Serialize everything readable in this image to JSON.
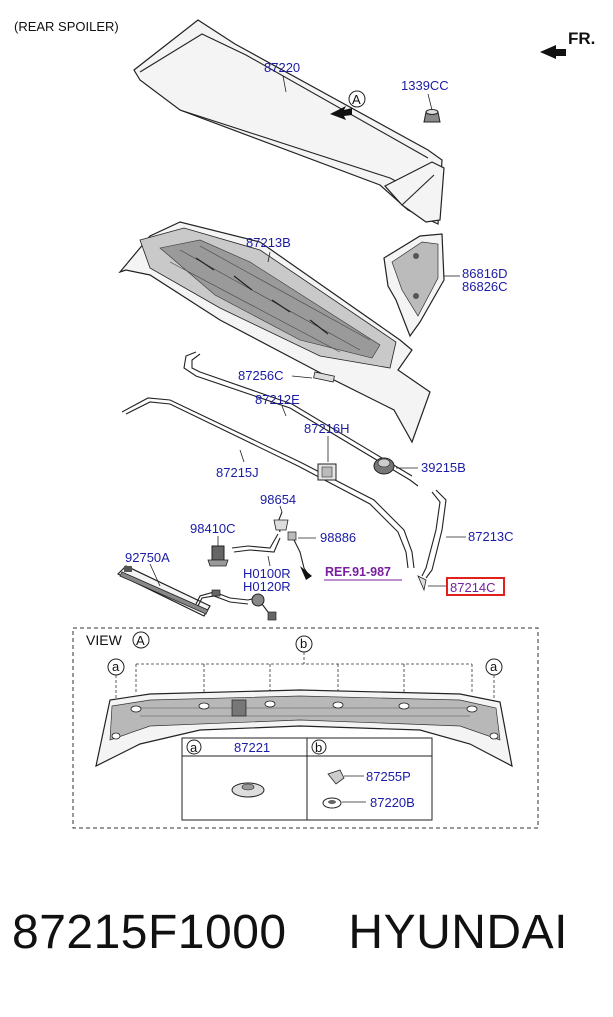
{
  "diagram": {
    "section_title": "(REAR SPOILER)",
    "direction_label": "FR.",
    "view_marker": "A",
    "parts": {
      "p87220": "87220",
      "p1339cc": "1339CC",
      "p87213b": "87213B",
      "p86816d": "86816D",
      "p86826c": "86826C",
      "p87256c": "87256C",
      "p87212e": "87212E",
      "p87216h": "87216H",
      "p39215b": "39215B",
      "p87215j": "87215J",
      "p98654": "98654",
      "p98410c": "98410C",
      "p98886": "98886",
      "p87213c": "87213C",
      "p92750a": "92750A",
      "h0100r": "H0100R",
      "h0120r": "H0120R",
      "ref": "REF.91-987",
      "p87214c": "87214C"
    },
    "highlight_color": "#e0201c",
    "view": {
      "title": "VIEW",
      "marker": "A",
      "callout_a": "a",
      "callout_b": "b",
      "legend": [
        {
          "key": "a",
          "part": "87221"
        },
        {
          "key": "b",
          "part": "87255P"
        },
        {
          "key": "b",
          "part": "87220B"
        }
      ]
    }
  },
  "footer": {
    "part_number": "87215F1000",
    "brand": "HYUNDAI"
  }
}
